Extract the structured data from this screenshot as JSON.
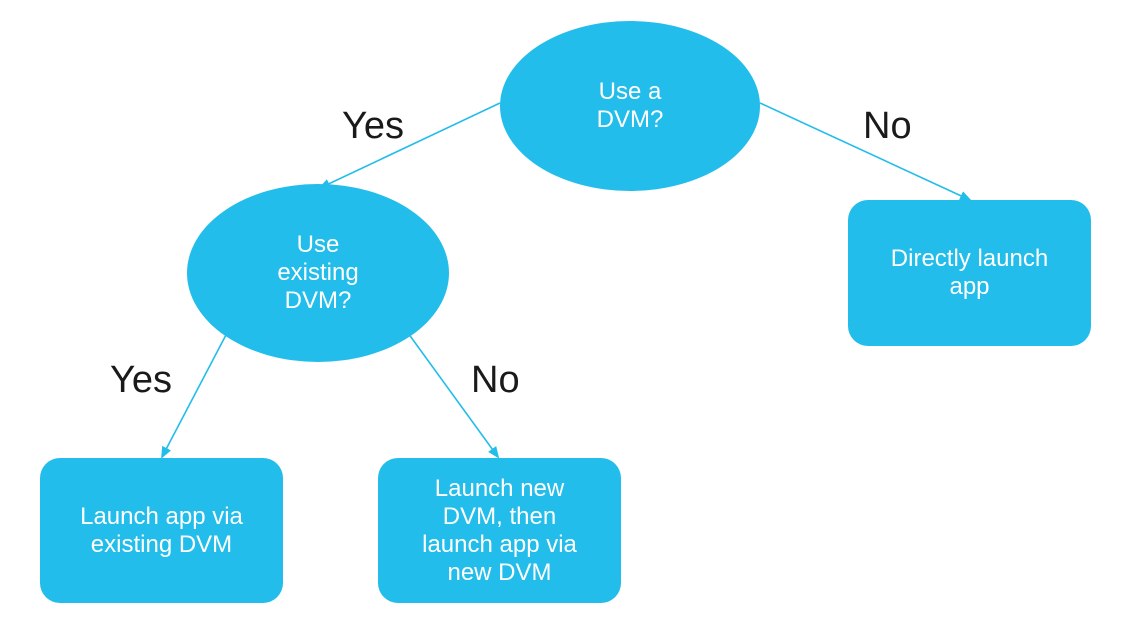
{
  "colors": {
    "node_fill": "#22bdea",
    "node_text": "#ffffff",
    "edge": "#22bdea",
    "label_text": "#1a1a1a"
  },
  "nodes": {
    "use_dvm": {
      "line1": "Use a",
      "line2": "DVM?"
    },
    "use_existing_dvm": {
      "line1": "Use",
      "line2": "existing",
      "line3": "DVM?"
    },
    "directly_launch": {
      "line1": "Directly launch",
      "line2": "app"
    },
    "launch_existing": {
      "line1": "Launch app via",
      "line2": "existing DVM"
    },
    "launch_new": {
      "line1": "Launch new",
      "line2": "DVM, then",
      "line3": "launch app via",
      "line4": "new DVM"
    }
  },
  "edges": {
    "top_yes": "Yes",
    "top_no": "No",
    "sub_yes": "Yes",
    "sub_no": "No"
  }
}
